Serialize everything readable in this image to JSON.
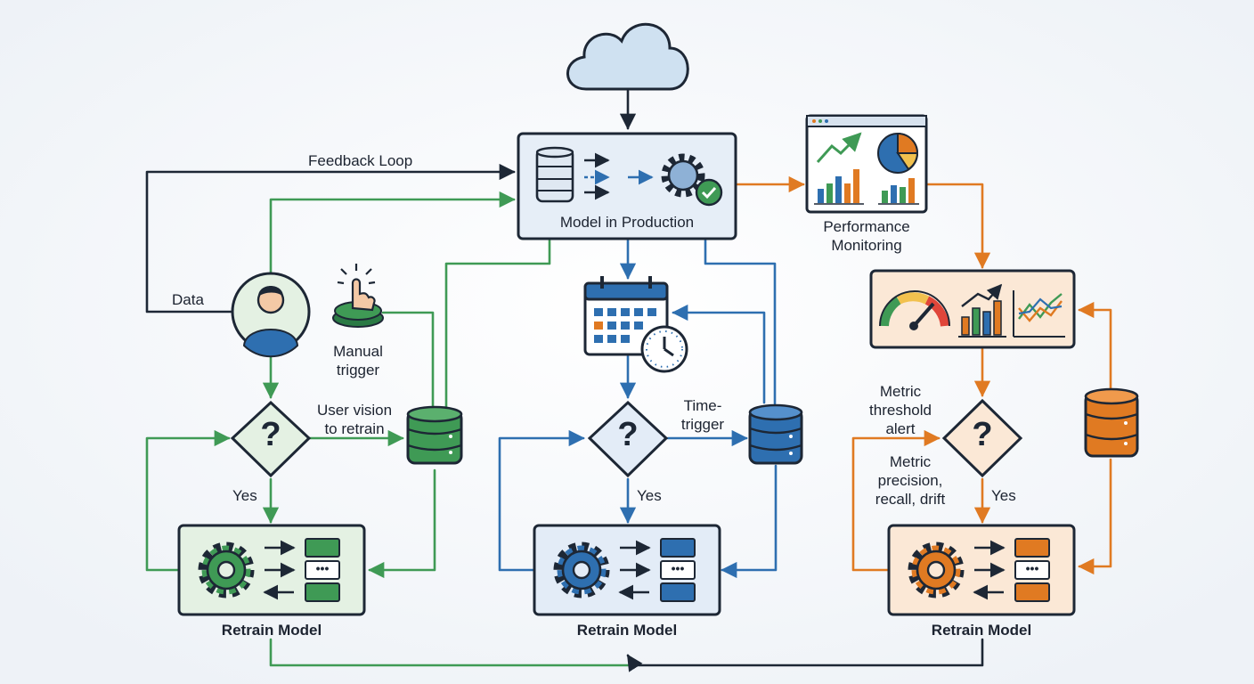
{
  "colors": {
    "background": "#f2f5f9",
    "black_flow": "#1d2735",
    "green_flow": "#3f9a55",
    "blue_flow": "#2e6fb0",
    "orange_flow": "#e07a22",
    "green_fill": "#e4f1e3",
    "blue_fill": "#e3ecf7",
    "orange_fill": "#fbe8d6",
    "cloud_fill": "#cfe1f1"
  },
  "icons": [
    "cloud-icon",
    "database-icon",
    "gear-check-icon",
    "dashboard-icon",
    "gauge-icon",
    "bar-chart-icon",
    "line-chart-icon",
    "user-icon",
    "pointing-hand-icon",
    "calendar-icon",
    "clock-icon",
    "gear-icon",
    "list-icon"
  ],
  "production": {
    "label": "Model in Production"
  },
  "monitoring": {
    "label_line1": "Performance",
    "label_line2": "Monitoring"
  },
  "feedback": {
    "label": "Feedback Loop"
  },
  "manual": {
    "data_label": "Data",
    "trigger_line1": "Manual",
    "trigger_line2": "trigger",
    "decision_symbol": "?",
    "decision_line1": "User vision",
    "decision_line2": "to retrain",
    "yes_label": "Yes",
    "retrain_label": "Retrain Model"
  },
  "scheduled": {
    "trigger_line1": "Time-",
    "trigger_line2": "trigger",
    "decision_symbol": "?",
    "yes_label": "Yes",
    "retrain_label": "Retrain Model"
  },
  "metric": {
    "alert_line1": "Metric",
    "alert_line2": "threshold",
    "alert_line3": "alert",
    "decision_symbol": "?",
    "detail_line1": "Metric",
    "detail_line2": "precision,",
    "detail_line3": "recall, drift",
    "yes_label": "Yes",
    "retrain_label": "Retrain Model"
  }
}
